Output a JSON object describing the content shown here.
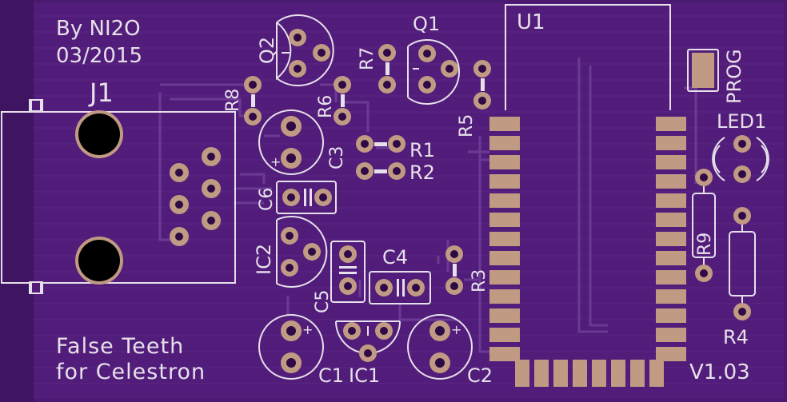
{
  "board": {
    "author": "By NI2O",
    "date": "03/2015",
    "title_line1": "False Teeth",
    "title_line2": "for Celestron",
    "version": "V1.03"
  },
  "labels": {
    "J1": "J1",
    "Q1": "Q1",
    "Q2": "Q2",
    "U1": "U1",
    "R1": "R1",
    "R2": "R2",
    "R3": "R3",
    "R4": "R4",
    "R5": "R5",
    "R6": "R6",
    "R7": "R7",
    "R8": "R8",
    "R9": "R9",
    "C1": "C1",
    "C2": "C2",
    "C3": "C3",
    "C4": "C4",
    "C5": "C5",
    "C6": "C6",
    "IC1": "IC1",
    "IC2": "IC2",
    "PROG": "PROG",
    "LED1": "LED1"
  },
  "colors": {
    "board": "#4a1a70",
    "board_inner": "#521d7a",
    "copper": "#c09a82",
    "silkscreen": "#e6e0ea",
    "trace": "#6a3a94"
  }
}
